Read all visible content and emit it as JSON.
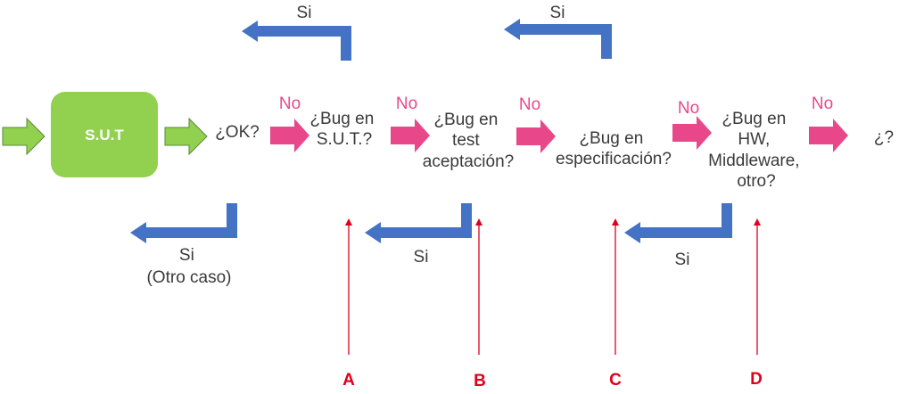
{
  "colors": {
    "sut_fill": "#92d050",
    "green_arrow": "#92d050",
    "green_arrow_stroke": "#5a8a3a",
    "blue_arrow": "#4472c4",
    "pink_arrow": "#e8488a",
    "red_line": "#e0001a"
  },
  "sut_label": "S.U.T",
  "questions": {
    "ok": "¿OK?",
    "bug_sut": [
      "¿Bug en",
      "S.U.T.?"
    ],
    "bug_test": [
      "¿Bug en",
      "test",
      "aceptación?"
    ],
    "bug_spec": [
      "¿Bug en",
      "especificación?"
    ],
    "bug_hw": [
      "¿Bug en",
      "HW,",
      "Middleware,",
      "otro?"
    ],
    "unknown": "¿?"
  },
  "no_label": "No",
  "si_label": "Si",
  "si_otro_caso": [
    "Si",
    "(Otro caso)"
  ],
  "markers": [
    "A",
    "B",
    "C",
    "D"
  ]
}
